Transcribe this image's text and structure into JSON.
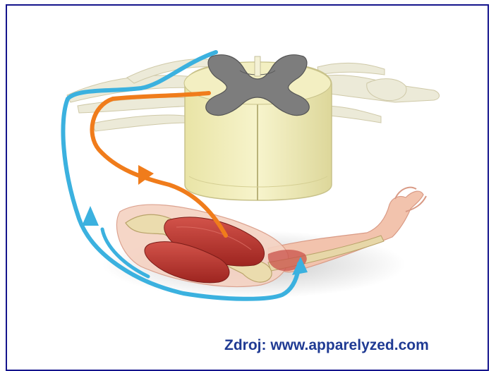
{
  "credit": {
    "text": "Zdroj: www.apparelyzed.com",
    "color": "#1f3a93"
  },
  "colors": {
    "frame_border": "#14148c",
    "sensory_pathway": "#3bb1df",
    "motor_pathway": "#f07c1b",
    "white_matter": "#f1edb6",
    "grey_matter": "#7d7d7d",
    "muscle": "#b8312a",
    "bone": "#e7d7a8",
    "skin": "#f2c3ad"
  },
  "figure": {
    "subject": "spinal reflex arc",
    "icons": [
      "spinal-cord-cross-section",
      "arm-with-biceps-muscle",
      "sensory-nerve-pathway",
      "motor-nerve-pathway"
    ]
  }
}
